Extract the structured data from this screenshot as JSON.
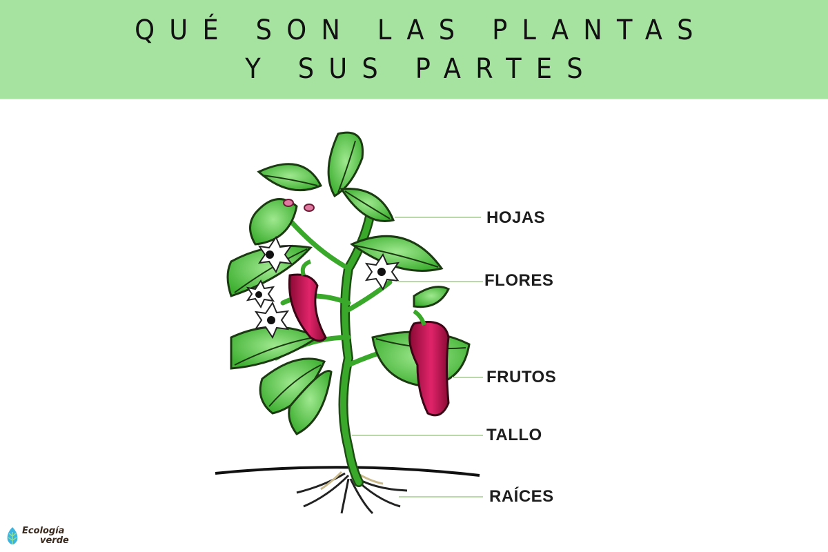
{
  "title": {
    "line1": "QUÉ SON LAS PLANTAS",
    "line2": "Y SUS PARTES"
  },
  "colors": {
    "banner_bg": "#a6e3a1",
    "leaf": "#5ccc4c",
    "stem": "#3aa82a",
    "fruit": "#c0124a",
    "leader_line": "#b9d9a8"
  },
  "diagram": {
    "subject": "pepper plant",
    "labels": [
      {
        "id": "hojas",
        "text": "HOJAS"
      },
      {
        "id": "flores",
        "text": "FLORES"
      },
      {
        "id": "frutos",
        "text": "FRUTOS"
      },
      {
        "id": "tallo",
        "text": "TALLO"
      },
      {
        "id": "raices",
        "text": "RAÍCES"
      }
    ]
  },
  "logo": {
    "line1": "Ecología",
    "line2": "verde"
  }
}
